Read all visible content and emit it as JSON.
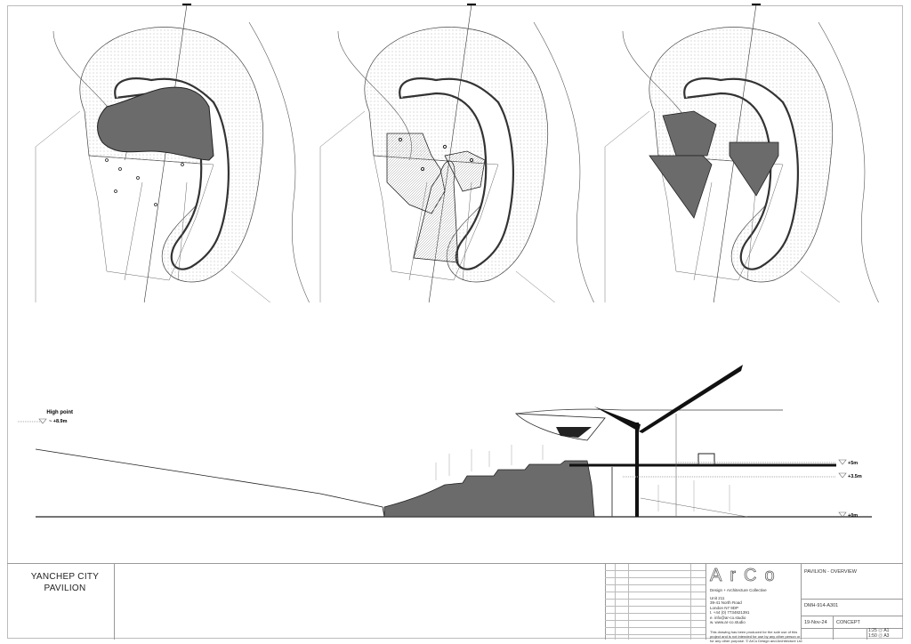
{
  "project": {
    "name": "YANCHEP CITY PAVILION"
  },
  "section": {
    "high_point_label": "High point",
    "high_point_level": "~ +8.9m",
    "levels": [
      "+5m",
      "+3.5m",
      "+0m"
    ]
  },
  "plans": [
    {
      "fill": "dark-roof-massing"
    },
    {
      "fill": "textured-floor-plan"
    },
    {
      "fill": "triangulated-canopy-plan"
    }
  ],
  "firm": {
    "logo": "ArCo",
    "tagline": "Design + Architecture Collective",
    "address": [
      "Unit 211",
      "39-41 North Road",
      "London N7 9DP"
    ],
    "phone": "t.  +44 (0) 7734821391",
    "email": "e. info@ar-co.studio",
    "web": "w. www.ar-co.studio",
    "disclaimer": "This drawing has been produced for the sole use of this project and is not intended for use by any other person or for any other purpose. © ArCo Design and Architecture Ltd"
  },
  "title_block": {
    "drawing_title": "PAVILION - OVERVIEW",
    "drawing_number": "DMH-914-A301",
    "date": "19-Nov-24",
    "revision_status": "CONCEPT",
    "scale_a1": "1:25",
    "scale_a3": "1:50",
    "sheet_a1": "A1",
    "sheet_a3": "A3",
    "at": "@"
  },
  "colors": {
    "fill_dark": "#6b6b6b",
    "line": "#222222",
    "frame": "#bbbbbb"
  }
}
